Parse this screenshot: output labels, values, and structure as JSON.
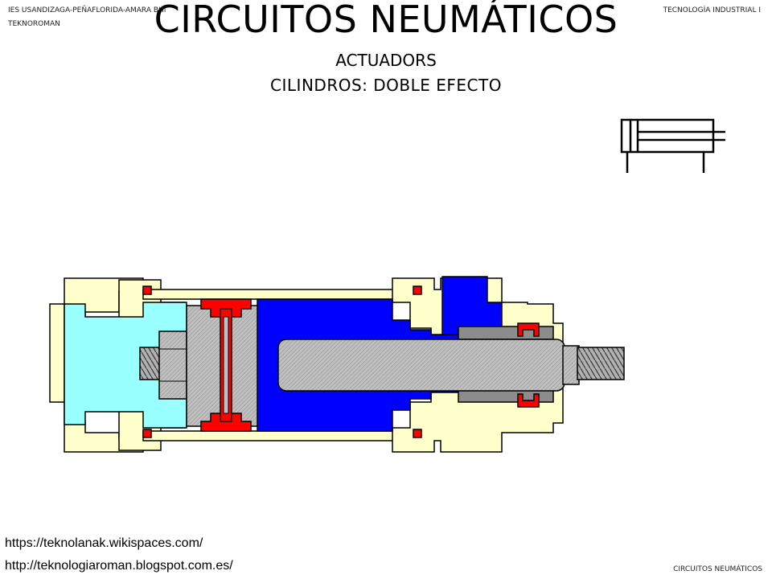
{
  "header": {
    "school": "IES USANDIZAGA-PEÑAFLORIDA-AMARA BHI",
    "dept": "TEKNOROMAN",
    "course": "TECNOLOGÍA INDUSTRIAL I"
  },
  "title": "CIRCUITOS NEUMÁTICOS",
  "subtitle": "ACTUADORS",
  "subtitle2": "CILINDROS: DOBLE EFECTO",
  "links": {
    "wiki": "https://teknolanak.wikispaces.com/",
    "blog": "http://teknologiaroman.blogspot.com.es/"
  },
  "footer": "CIRCUITOS NEUMÁTICOS",
  "colors": {
    "housing": "#ffffcc",
    "rear_chamber": "#99ffff",
    "front_chamber": "#0000ff",
    "piston": "#c0c0c0",
    "seal": "#ff0000",
    "outline": "#000000"
  }
}
